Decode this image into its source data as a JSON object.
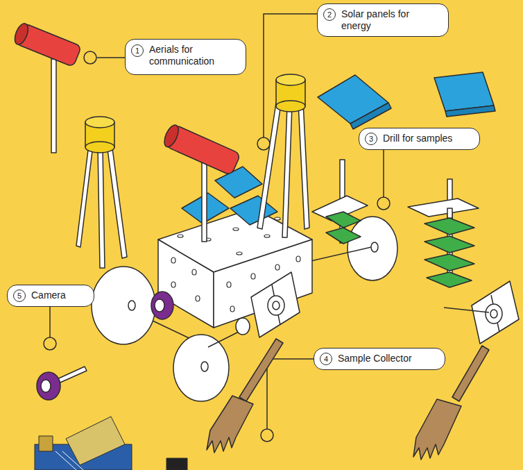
{
  "diagram": {
    "nodes": [
      {
        "text": [
          "Aerials for communication"
        ]
      },
      {
        "text": [
          "1"
        ],
        "in": 0
      },
      {
        "text": [
          "Solar panels for energy"
        ]
      },
      {
        "text": [
          "2"
        ],
        "in": 2
      },
      {
        "text": [
          "Drill for samples"
        ]
      },
      {
        "text": [
          "3"
        ],
        "in": 4
      },
      {
        "text": [
          "Sample Collector"
        ]
      },
      {
        "text": [
          "4"
        ],
        "in": 6
      },
      {
        "text": [
          "Camera"
        ]
      },
      {
        "text": [
          "5"
        ],
        "in": 8
      }
    ]
  }
}
